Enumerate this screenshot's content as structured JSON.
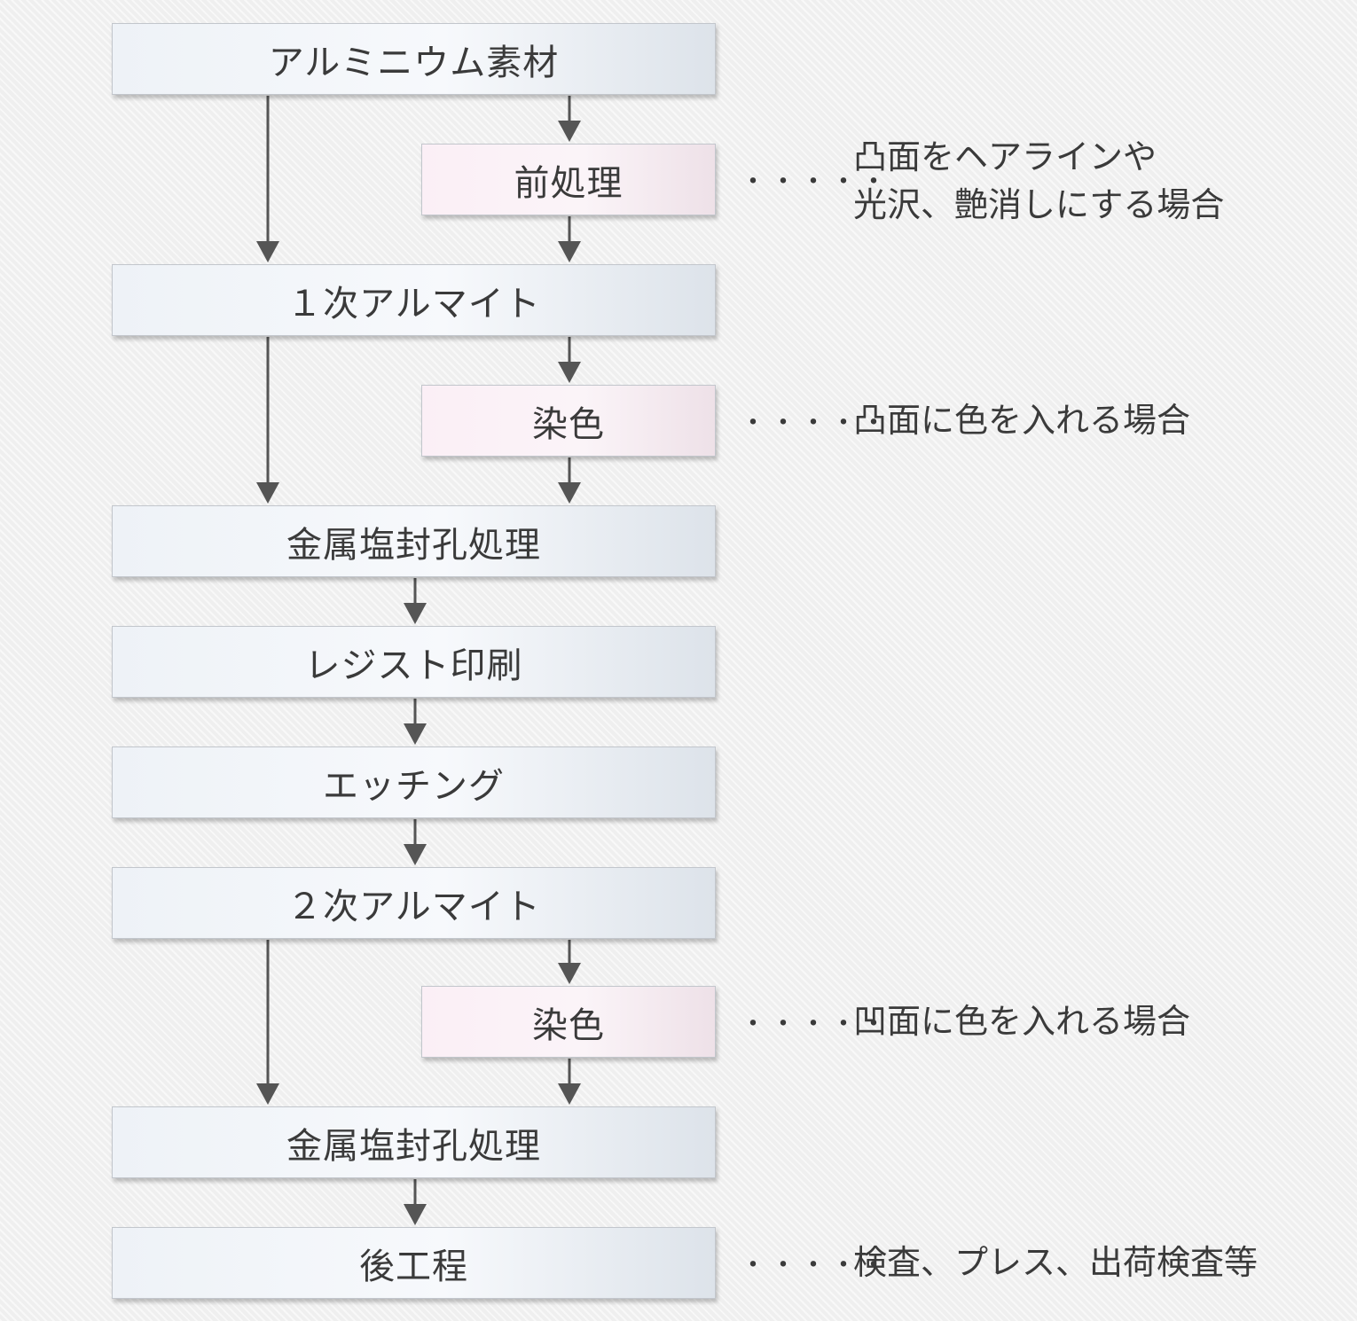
{
  "steps": {
    "aluminum": "アルミニウム素材",
    "pretreatment": "前処理",
    "anodize1": "１次アルマイト",
    "dye1": "染色",
    "sealing1": "金属塩封孔処理",
    "resist": "レジスト印刷",
    "etching": "エッチング",
    "anodize2": "２次アルマイト",
    "dye2": "染色",
    "sealing2": "金属塩封孔処理",
    "post": "後工程"
  },
  "notes": {
    "pretreatment_line1": "凸面をヘアラインや",
    "pretreatment_line2": "光沢、艶消しにする場合",
    "dye1": "凸面に色を入れる場合",
    "dye2": "凹面に色を入れる場合",
    "post": "検査、プレス、出荷検査等"
  },
  "leader": "・・・・・",
  "colors": {
    "arrow": "#555555",
    "main_box": "#f2f5f9",
    "sub_box": "#fbf2f7",
    "text": "#3a3a3a"
  }
}
